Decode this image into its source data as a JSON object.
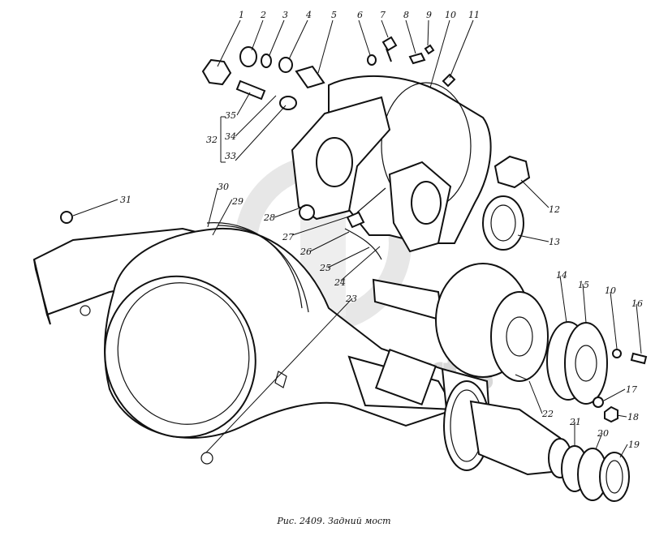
{
  "caption": "Рис. 2409. Задний мост",
  "watermark": "data-parts",
  "callouts": {
    "n1": "1",
    "n2": "2",
    "n3": "3",
    "n4": "4",
    "n5": "5",
    "n6": "6",
    "n7": "7",
    "n8": "8",
    "n9": "9",
    "n10a": "10",
    "n11": "11",
    "n12": "12",
    "n13": "13",
    "n14": "14",
    "n15": "15",
    "n10b": "10",
    "n16": "16",
    "n17": "17",
    "n18": "18",
    "n19": "19",
    "n20": "20",
    "n21": "21",
    "n22": "22",
    "n23": "23",
    "n24": "24",
    "n25": "25",
    "n26": "26",
    "n27": "27",
    "n28": "28",
    "n29": "29",
    "n30": "30",
    "n31": "31",
    "n32": "32",
    "n33": "33",
    "n34": "34",
    "n35": "35"
  }
}
